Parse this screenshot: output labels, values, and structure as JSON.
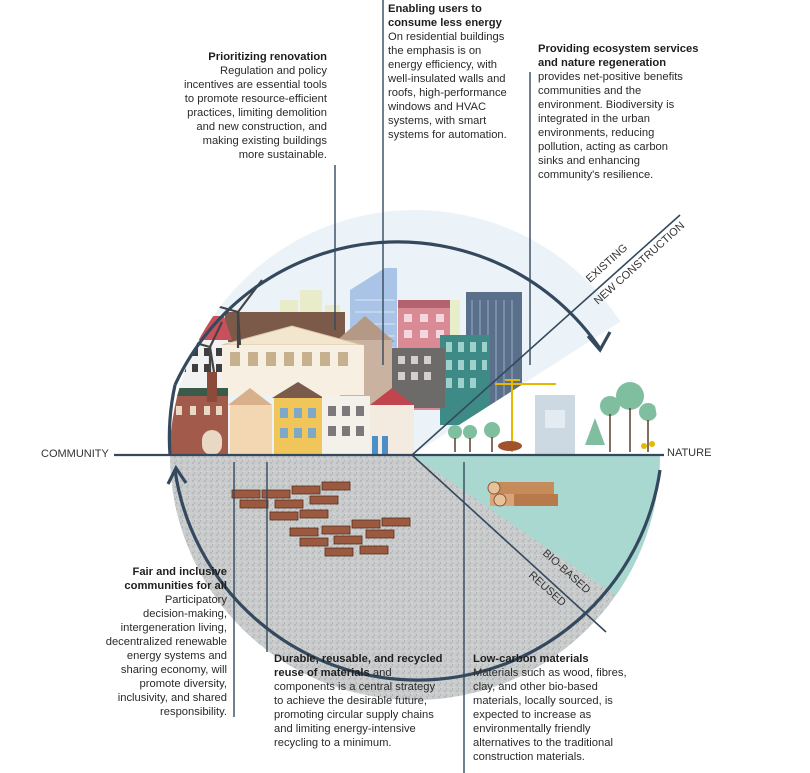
{
  "blocks": {
    "renovation": {
      "title": "Prioritizing renovation",
      "lines": [
        "Regulation and policy",
        "incentives are essential tools",
        "to promote resource-efficient",
        "practices, limiting demolition",
        "and new construction, and",
        "making existing buildings",
        "more sustainable."
      ]
    },
    "energy": {
      "title_lines": [
        "Enabling users to",
        "consume less energy"
      ],
      "lines": [
        "On residential buildings",
        "the emphasis is on",
        "energy efficiency, with",
        "well-insulated walls and",
        "roofs, high-performance",
        "windows and HVAC",
        "systems, with smart",
        "systems for automation."
      ]
    },
    "ecosystem": {
      "title_lines": [
        "Providing ecosystem services",
        "and nature regeneration"
      ],
      "lines": [
        "provides net-positive benefits",
        "communities and the",
        "environment. Biodiversity is",
        "integrated in the urban",
        "environments, reducing",
        "pollution, acting as carbon",
        "sinks and enhancing",
        "community's resilience."
      ]
    },
    "fair": {
      "title_lines": [
        "Fair and inclusive",
        "communities for all"
      ],
      "lines": [
        "Participatory",
        "decision-making,",
        "intergeneration living,",
        "decentralized renewable",
        "energy systems and",
        "sharing economy, will",
        "promote diversity,",
        "inclusivity, and shared",
        "responsibility."
      ]
    },
    "durable": {
      "title_lines": [
        "Durable, reusable, and recycled",
        "reuse of materials"
      ],
      "title_tail": " and",
      "lines": [
        "components is a central strategy",
        "to achieve the desirable future,",
        "promoting circular supply chains",
        "and limiting energy-intensive",
        "recycling to a minimum."
      ]
    },
    "lowcarbon": {
      "title": "Low-carbon materials",
      "lines": [
        "Materials such as wood, fibres,",
        "clay, and other bio-based",
        "materials, locally sourced, is",
        "expected to increase as",
        "environmentally friendly",
        "alternatives to the traditional",
        "construction materials."
      ]
    }
  },
  "axis": {
    "community": "COMMUNITY",
    "nature": "NATURE",
    "existing": "EXISTING",
    "new_construction": "NEW CONSTRUCTION",
    "bio_based": "BIO-BASED",
    "reused": "REUSED"
  },
  "colors": {
    "ring": "#34495e",
    "sky": "#dce9f3",
    "gravel": "#c6c8c9",
    "water": "#a9d8d0",
    "brick": "#9b5a3f",
    "tree": "#7fbf9f"
  }
}
